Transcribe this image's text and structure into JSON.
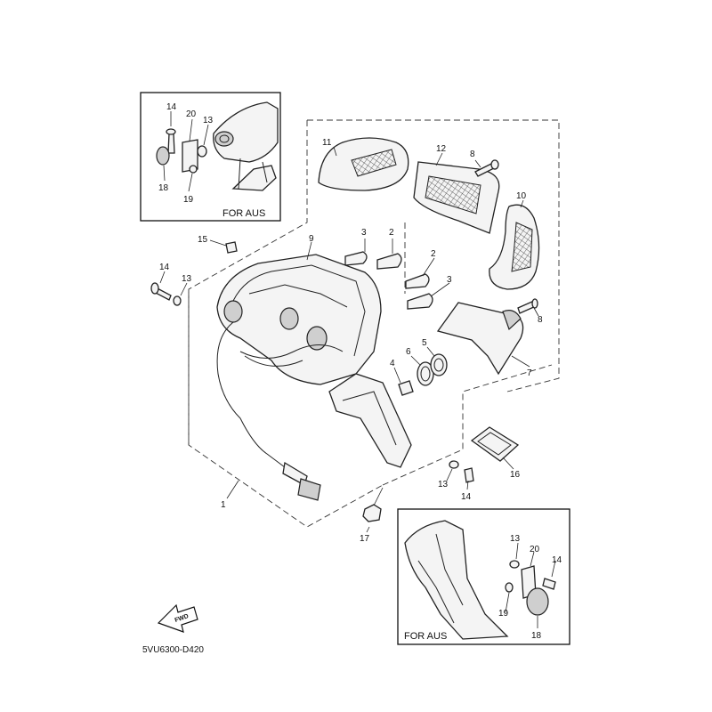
{
  "diagram": {
    "figure_code": "5VU6300-D420",
    "insets": [
      {
        "label": "FOR AUS"
      },
      {
        "label": "FOR AUS"
      }
    ],
    "fwd_arrow_label": "FWD",
    "callouts": {
      "c1": "1",
      "c2a": "2",
      "c2b": "2",
      "c3a": "3",
      "c3b": "3",
      "c4": "4",
      "c5": "5",
      "c6": "6",
      "c7": "7",
      "c8a": "8",
      "c8b": "8",
      "c9": "9",
      "c10": "10",
      "c11": "11",
      "c12": "12",
      "c13a": "13",
      "c13b": "13",
      "c13c": "13",
      "c13d": "13",
      "c14a": "14",
      "c14b": "14",
      "c14c": "14",
      "c14d": "14",
      "c15": "15",
      "c16": "16",
      "c17": "17",
      "c18a": "18",
      "c18b": "18",
      "c19a": "19",
      "c19b": "19",
      "c20a": "20",
      "c20b": "20"
    }
  }
}
